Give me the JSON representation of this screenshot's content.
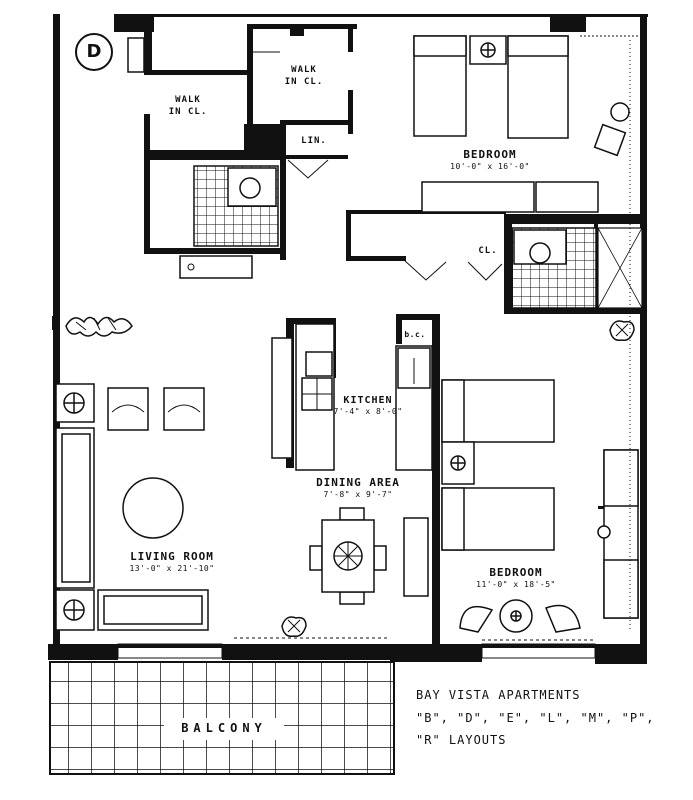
{
  "plan_badge": "D",
  "rooms": {
    "walk_in_closet_1": "WALK\nIN CL.",
    "walk_in_closet_2": "WALK\nIN CL.",
    "linen": "LIN.",
    "closet": "CL.",
    "bc": "b.c.",
    "bedroom_top": {
      "name": "BEDROOM",
      "dims": "10'-0\" x 16'-0\""
    },
    "kitchen": {
      "name": "KITCHEN",
      "dims": "7'-4\" x 8'-0\""
    },
    "dining": {
      "name": "DINING AREA",
      "dims": "7'-8\" x 9'-7\""
    },
    "living": {
      "name": "LIVING ROOM",
      "dims": "13'-0\" x 21'-10\""
    },
    "bedroom_bottom": {
      "name": "BEDROOM",
      "dims": "11'-0\" x 18'-5\""
    },
    "balcony": "BALCONY"
  },
  "caption": {
    "line1": "BAY VISTA APARTMENTS",
    "line2": "\"B\", \"D\", \"E\", \"L\", \"M\", \"P\",",
    "line3": "\"R\" LAYOUTS"
  },
  "colors": {
    "ink": "#111111",
    "paper": "#ffffff"
  }
}
